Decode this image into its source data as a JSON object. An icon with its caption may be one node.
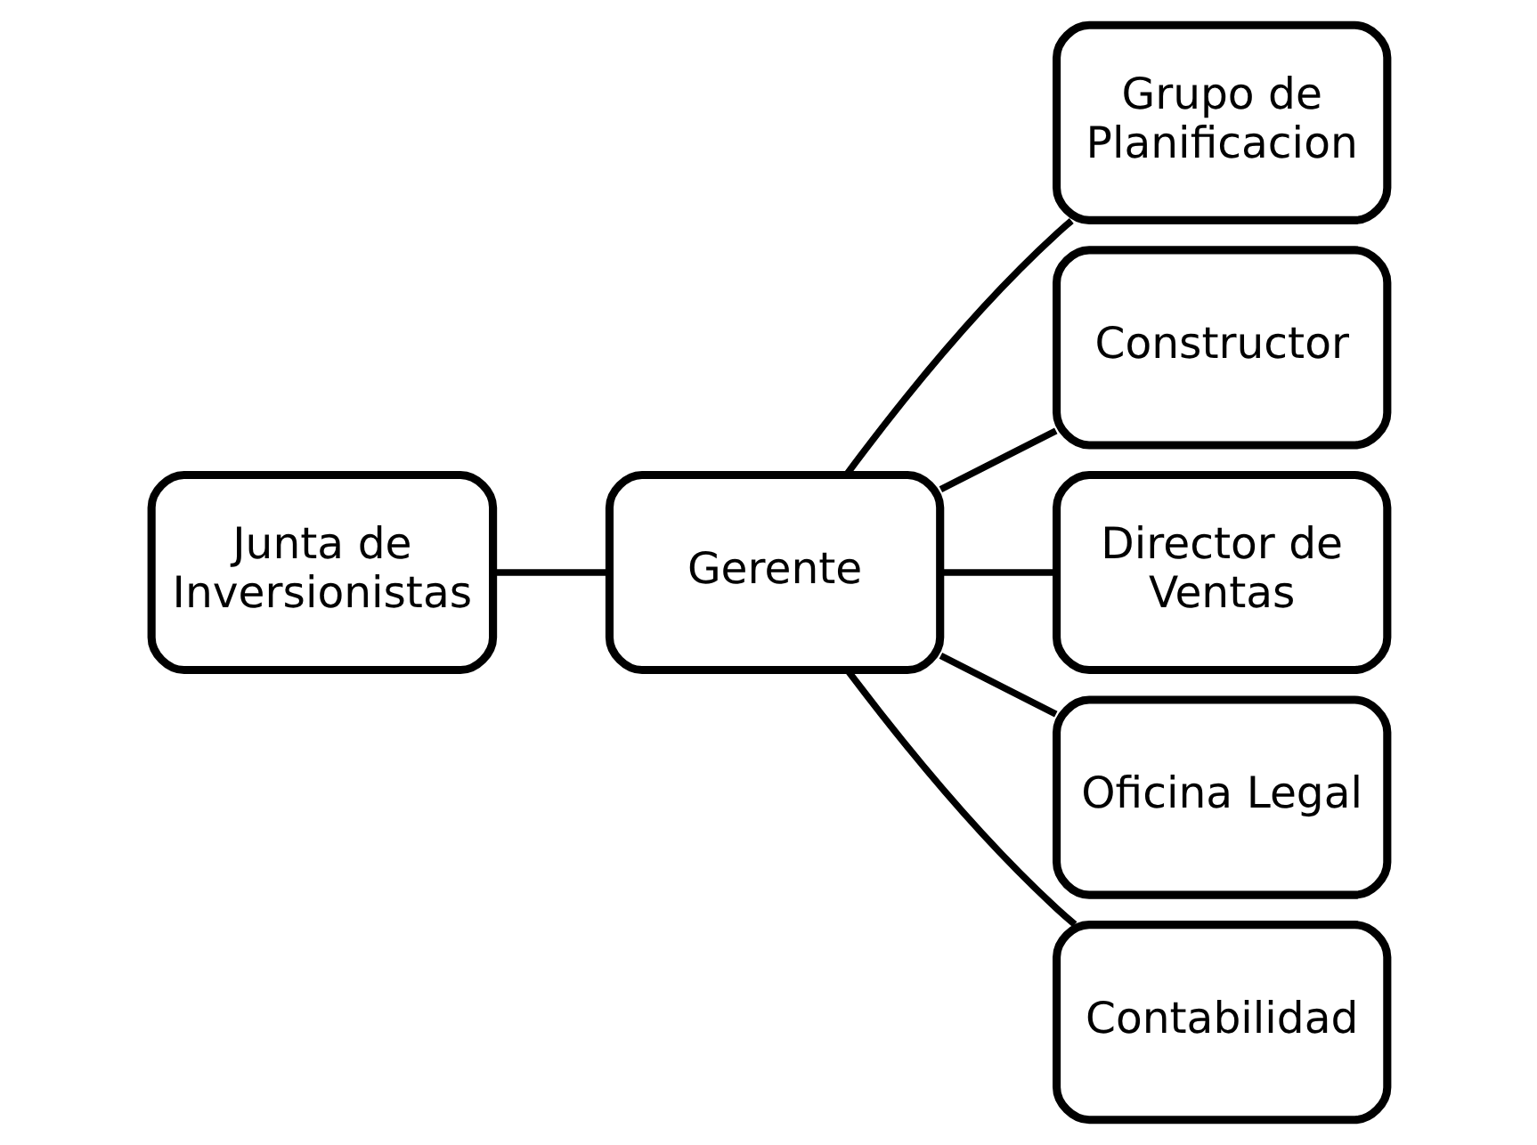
{
  "diagram": {
    "nodes": [
      {
        "text": [
          "Junta de Inversionistas"
        ]
      },
      {
        "text": [
          "Gerente"
        ]
      },
      {
        "text": [
          "Grupo de Planificacion"
        ]
      },
      {
        "text": [
          "Constructor"
        ]
      },
      {
        "text": [
          "Director de Ventas"
        ]
      },
      {
        "text": [
          "Oficina Legal"
        ]
      },
      {
        "text": [
          "Contabilidad"
        ]
      }
    ],
    "edges": [
      {
        "from": 0,
        "to": 1,
        "arrow": "none"
      },
      {
        "from": 1,
        "to": 2,
        "arrow": "none"
      },
      {
        "from": 1,
        "to": 3,
        "arrow": "none"
      },
      {
        "from": 1,
        "to": 4,
        "arrow": "none"
      },
      {
        "from": 1,
        "to": 5,
        "arrow": "none"
      },
      {
        "from": 1,
        "to": 6,
        "arrow": "none"
      }
    ]
  }
}
